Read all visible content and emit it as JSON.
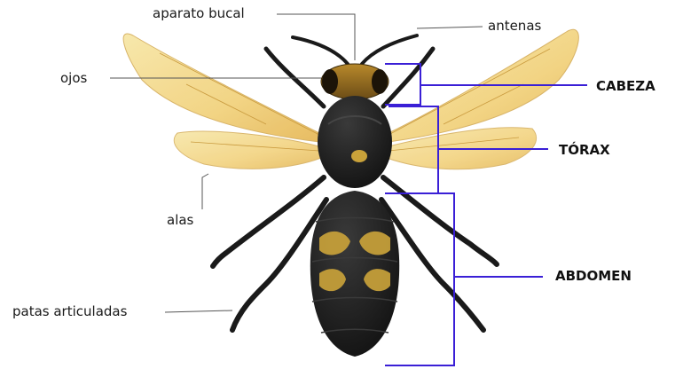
{
  "labels": {
    "mouthparts": "aparato bucal",
    "antennae": "antenas",
    "eyes": "ojos",
    "wings": "alas",
    "legs": "patas articuladas"
  },
  "sections": {
    "head": "CABEZA",
    "thorax": "TÓRAX",
    "abdomen": "ABDOMEN"
  },
  "colors": {
    "bracket": "#3a1fd6",
    "leader": "#555555",
    "wing": "#f3d98c",
    "body_dark": "#1c1c1c",
    "gold": "#c9a23a"
  }
}
